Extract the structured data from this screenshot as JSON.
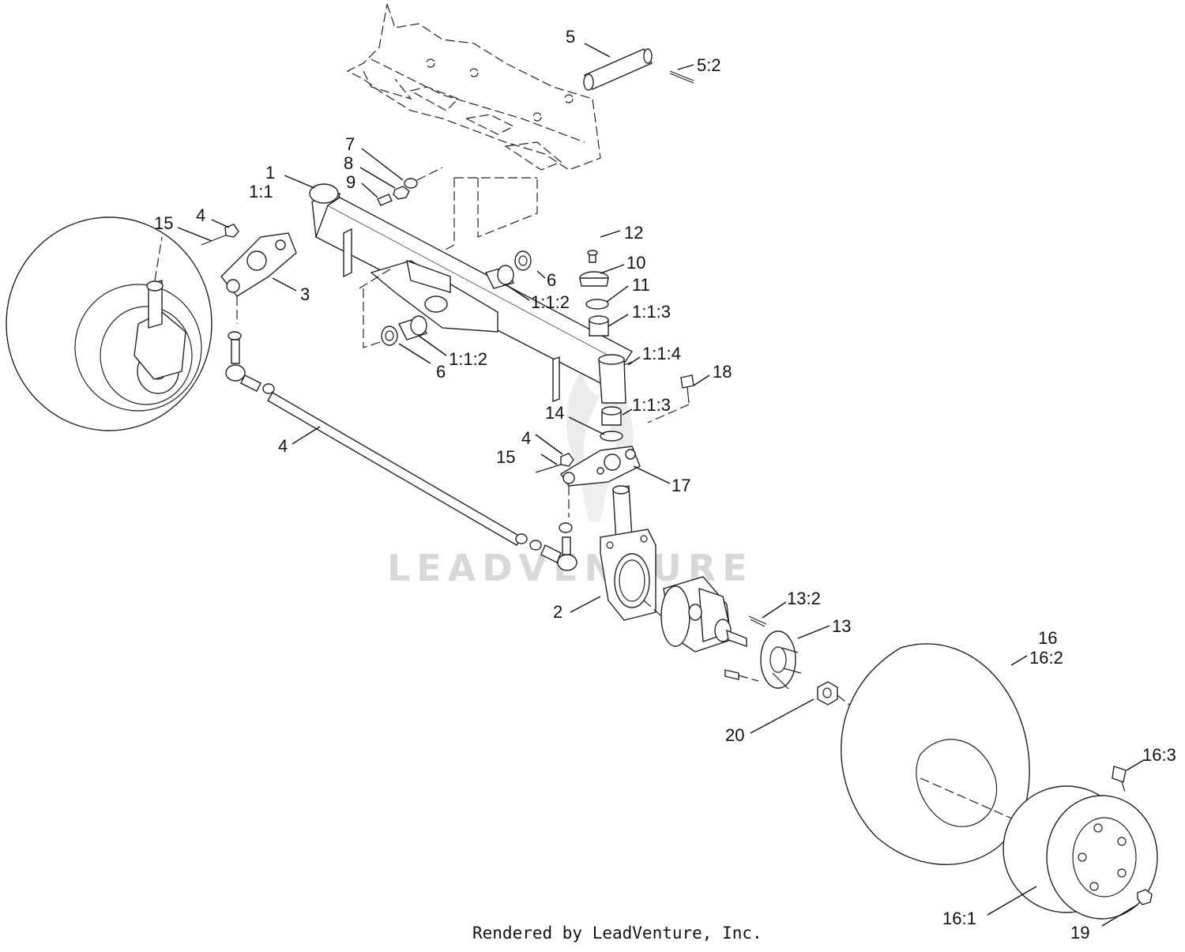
{
  "callouts": [
    {
      "id": "c5",
      "text": "5"
    },
    {
      "id": "c5_2",
      "text": "5:2"
    },
    {
      "id": "c7",
      "text": "7"
    },
    {
      "id": "c8",
      "text": "8"
    },
    {
      "id": "c9",
      "text": "9"
    },
    {
      "id": "c1",
      "text": "1"
    },
    {
      "id": "c1_1",
      "text": "1:1"
    },
    {
      "id": "c4a",
      "text": "4"
    },
    {
      "id": "c15a",
      "text": "15"
    },
    {
      "id": "c3",
      "text": "3"
    },
    {
      "id": "c12",
      "text": "12"
    },
    {
      "id": "c10",
      "text": "10"
    },
    {
      "id": "c11",
      "text": "11"
    },
    {
      "id": "c6a",
      "text": "6"
    },
    {
      "id": "c1_1_2a",
      "text": "1:1:2"
    },
    {
      "id": "c1_1_3a",
      "text": "1:1:3"
    },
    {
      "id": "c1_1_2b",
      "text": "1:1:2"
    },
    {
      "id": "c6b",
      "text": "6"
    },
    {
      "id": "c1_1_4",
      "text": "1:1:4"
    },
    {
      "id": "c18",
      "text": "18"
    },
    {
      "id": "c1_1_3b",
      "text": "1:1:3"
    },
    {
      "id": "c14",
      "text": "14"
    },
    {
      "id": "c4b",
      "text": "4"
    },
    {
      "id": "c4c",
      "text": "4"
    },
    {
      "id": "c15b",
      "text": "15"
    },
    {
      "id": "c17",
      "text": "17"
    },
    {
      "id": "c2",
      "text": "2"
    },
    {
      "id": "c13_2",
      "text": "13:2"
    },
    {
      "id": "c13",
      "text": "13"
    },
    {
      "id": "c16",
      "text": "16"
    },
    {
      "id": "c16_2",
      "text": "16:2"
    },
    {
      "id": "c20",
      "text": "20"
    },
    {
      "id": "c16_3",
      "text": "16:3"
    },
    {
      "id": "c16_1",
      "text": "16:1"
    },
    {
      "id": "c19",
      "text": "19"
    }
  ],
  "watermark": "LEADVENTURE",
  "footer": "Rendered by LeadVenture, Inc."
}
